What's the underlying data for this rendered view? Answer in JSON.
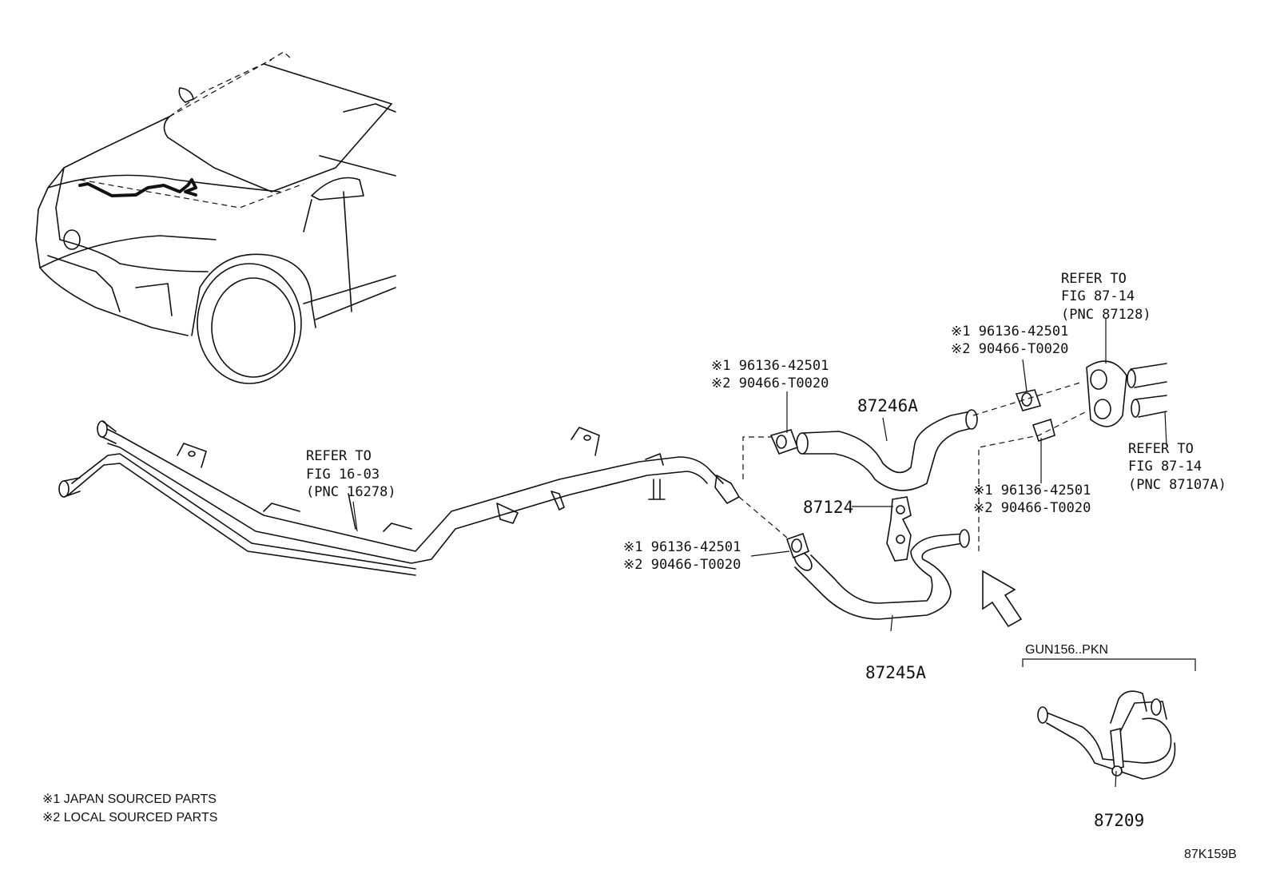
{
  "labels": {
    "refer_16_03": [
      "REFER TO",
      "FIG 16-03",
      "(PNC 16278)"
    ],
    "refer_87_14_a": [
      "REFER TO",
      "FIG 87-14",
      "(PNC 87128)"
    ],
    "refer_87_14_b": [
      "REFER TO",
      "FIG 87-14",
      "(PNC 87107A)"
    ],
    "clamp_top_center": [
      "※1 96136-42501",
      "※2 90466-T0020"
    ],
    "clamp_top_right": [
      "※1 96136-42501",
      "※2 90466-T0020"
    ],
    "clamp_mid_right": [
      "※1 96136-42501",
      "※2 90466-T0020"
    ],
    "clamp_lower_center": [
      "※1 96136-42501",
      "※2 90466-T0020"
    ],
    "part_87246A": "87246A",
    "part_87124": "87124",
    "part_87245A": "87245A",
    "part_87209": "87209",
    "variant": "GUN156..PKN",
    "legend": [
      "※1 JAPAN SOURCED PARTS",
      "※2 LOCAL SOURCED PARTS"
    ],
    "figure_code": "87K159B"
  }
}
